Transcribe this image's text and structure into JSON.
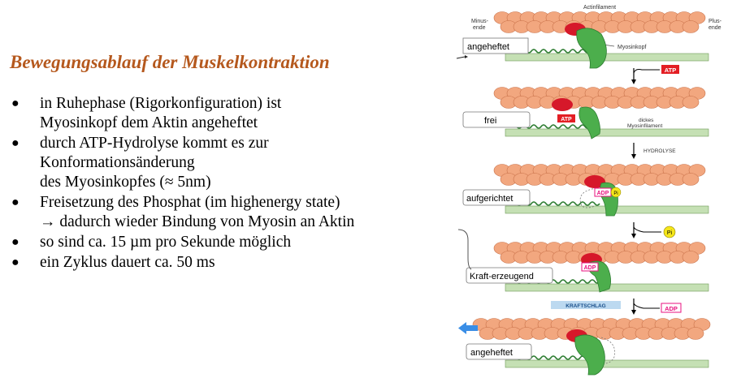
{
  "title": "Bewegungsablauf der Muskelkontraktion",
  "bullets": [
    {
      "lines": [
        "in Ruhephase (Rigorkonfiguration) ist",
        "Myosinkopf dem Aktin angeheftet"
      ]
    },
    {
      "lines": [
        "durch ATP-Hydrolyse kommt es zur",
        "Konformationsänderung",
        "des Myosinkopfes (≈ 5nm)"
      ]
    },
    {
      "lines": [
        "Freisetzung des Phosphat (im highenergy state)",
        "→ dadurch wieder Bindung von Myosin an Aktin"
      ]
    },
    {
      "lines": [
        "so sind ca. 15 µm pro Sekunde möglich"
      ]
    },
    {
      "lines": [
        "ein Zyklus dauert ca. 50 ms"
      ]
    }
  ],
  "figure": {
    "actin_label": "Actinfilament",
    "minus_end": [
      "Minus-",
      "ende"
    ],
    "plus_end": [
      "Plus-",
      "ende"
    ],
    "myosin_head_label": "Myosinkopf",
    "thick_filament_label": [
      "dickes",
      "Myosinfilament"
    ],
    "stages": [
      "angeheftet",
      "frei",
      "aufgerichtet",
      "Kraft-erzeugend",
      "angeheftet"
    ],
    "step_labels": {
      "atp": "ATP",
      "hydrolyse": "HYDROLYSE",
      "pi": "Pi",
      "adp": "ADP",
      "kraftschlag": "KRAFTSCHLAG"
    },
    "colors": {
      "actin": "#f2a77f",
      "actin_edge": "#c9724a",
      "binding_site": "#d6182a",
      "myosin": "#4cae4c",
      "thick_filament": "#c5e0b4",
      "atp_box": "#e31e24",
      "adp_box": "#e8117f",
      "pi": "#f5e61a",
      "kraftschlag_bar": "#bcd9f0",
      "arrow_blue": "#3a8ee6",
      "title": "#b5581d"
    }
  }
}
